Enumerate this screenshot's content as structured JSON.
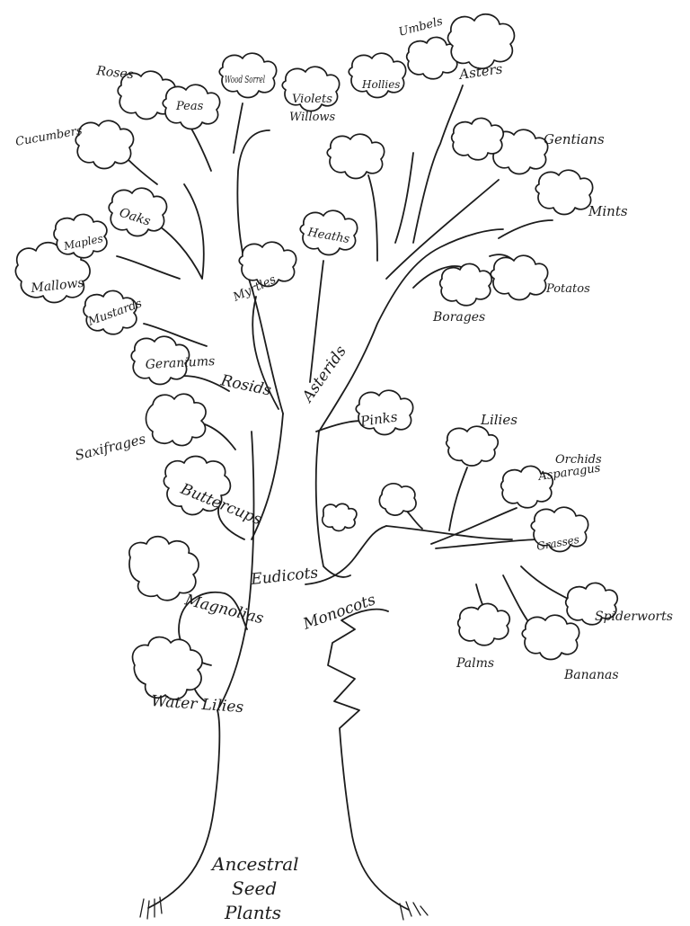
{
  "diagram": {
    "title": "",
    "base_label": [
      "Ancestral",
      "Seed",
      "Plants"
    ],
    "labels": {
      "water_lilies": "Water Lilies",
      "magnolias": "Magnolias",
      "buttercups": "Buttercups",
      "eudicots": "Eudicots",
      "monocots": "Monocots",
      "saxifrages": "Saxifrages",
      "geraniums": "Geraniums",
      "rosids": "Rosids",
      "asterids": "Asterids",
      "mustards": "Mustards",
      "mallows": "Mallows",
      "maples": "Maples",
      "oaks": "Oaks",
      "cucumbers": "Cucumbers",
      "roses": "Roses",
      "peas": "Peas",
      "wood_sorrel": "Wood Sorrel",
      "violets": "Violets",
      "willows": "Willows",
      "myrtles": "Myrtles",
      "heaths": "Heaths",
      "hollies": "Hollies",
      "umbels": "Umbels",
      "asters": "Asters",
      "gentians": "Gentians",
      "mints": "Mints",
      "potatos": "Potatos",
      "borages": "Borages",
      "pinks": "Pinks",
      "lilies": "Lilies",
      "orchids": "Orchids",
      "asparagus": "Asparagus",
      "grasses": "Grasses",
      "spiderworts": "Spiderworts",
      "bananas": "Bananas",
      "palms": "Palms"
    }
  }
}
